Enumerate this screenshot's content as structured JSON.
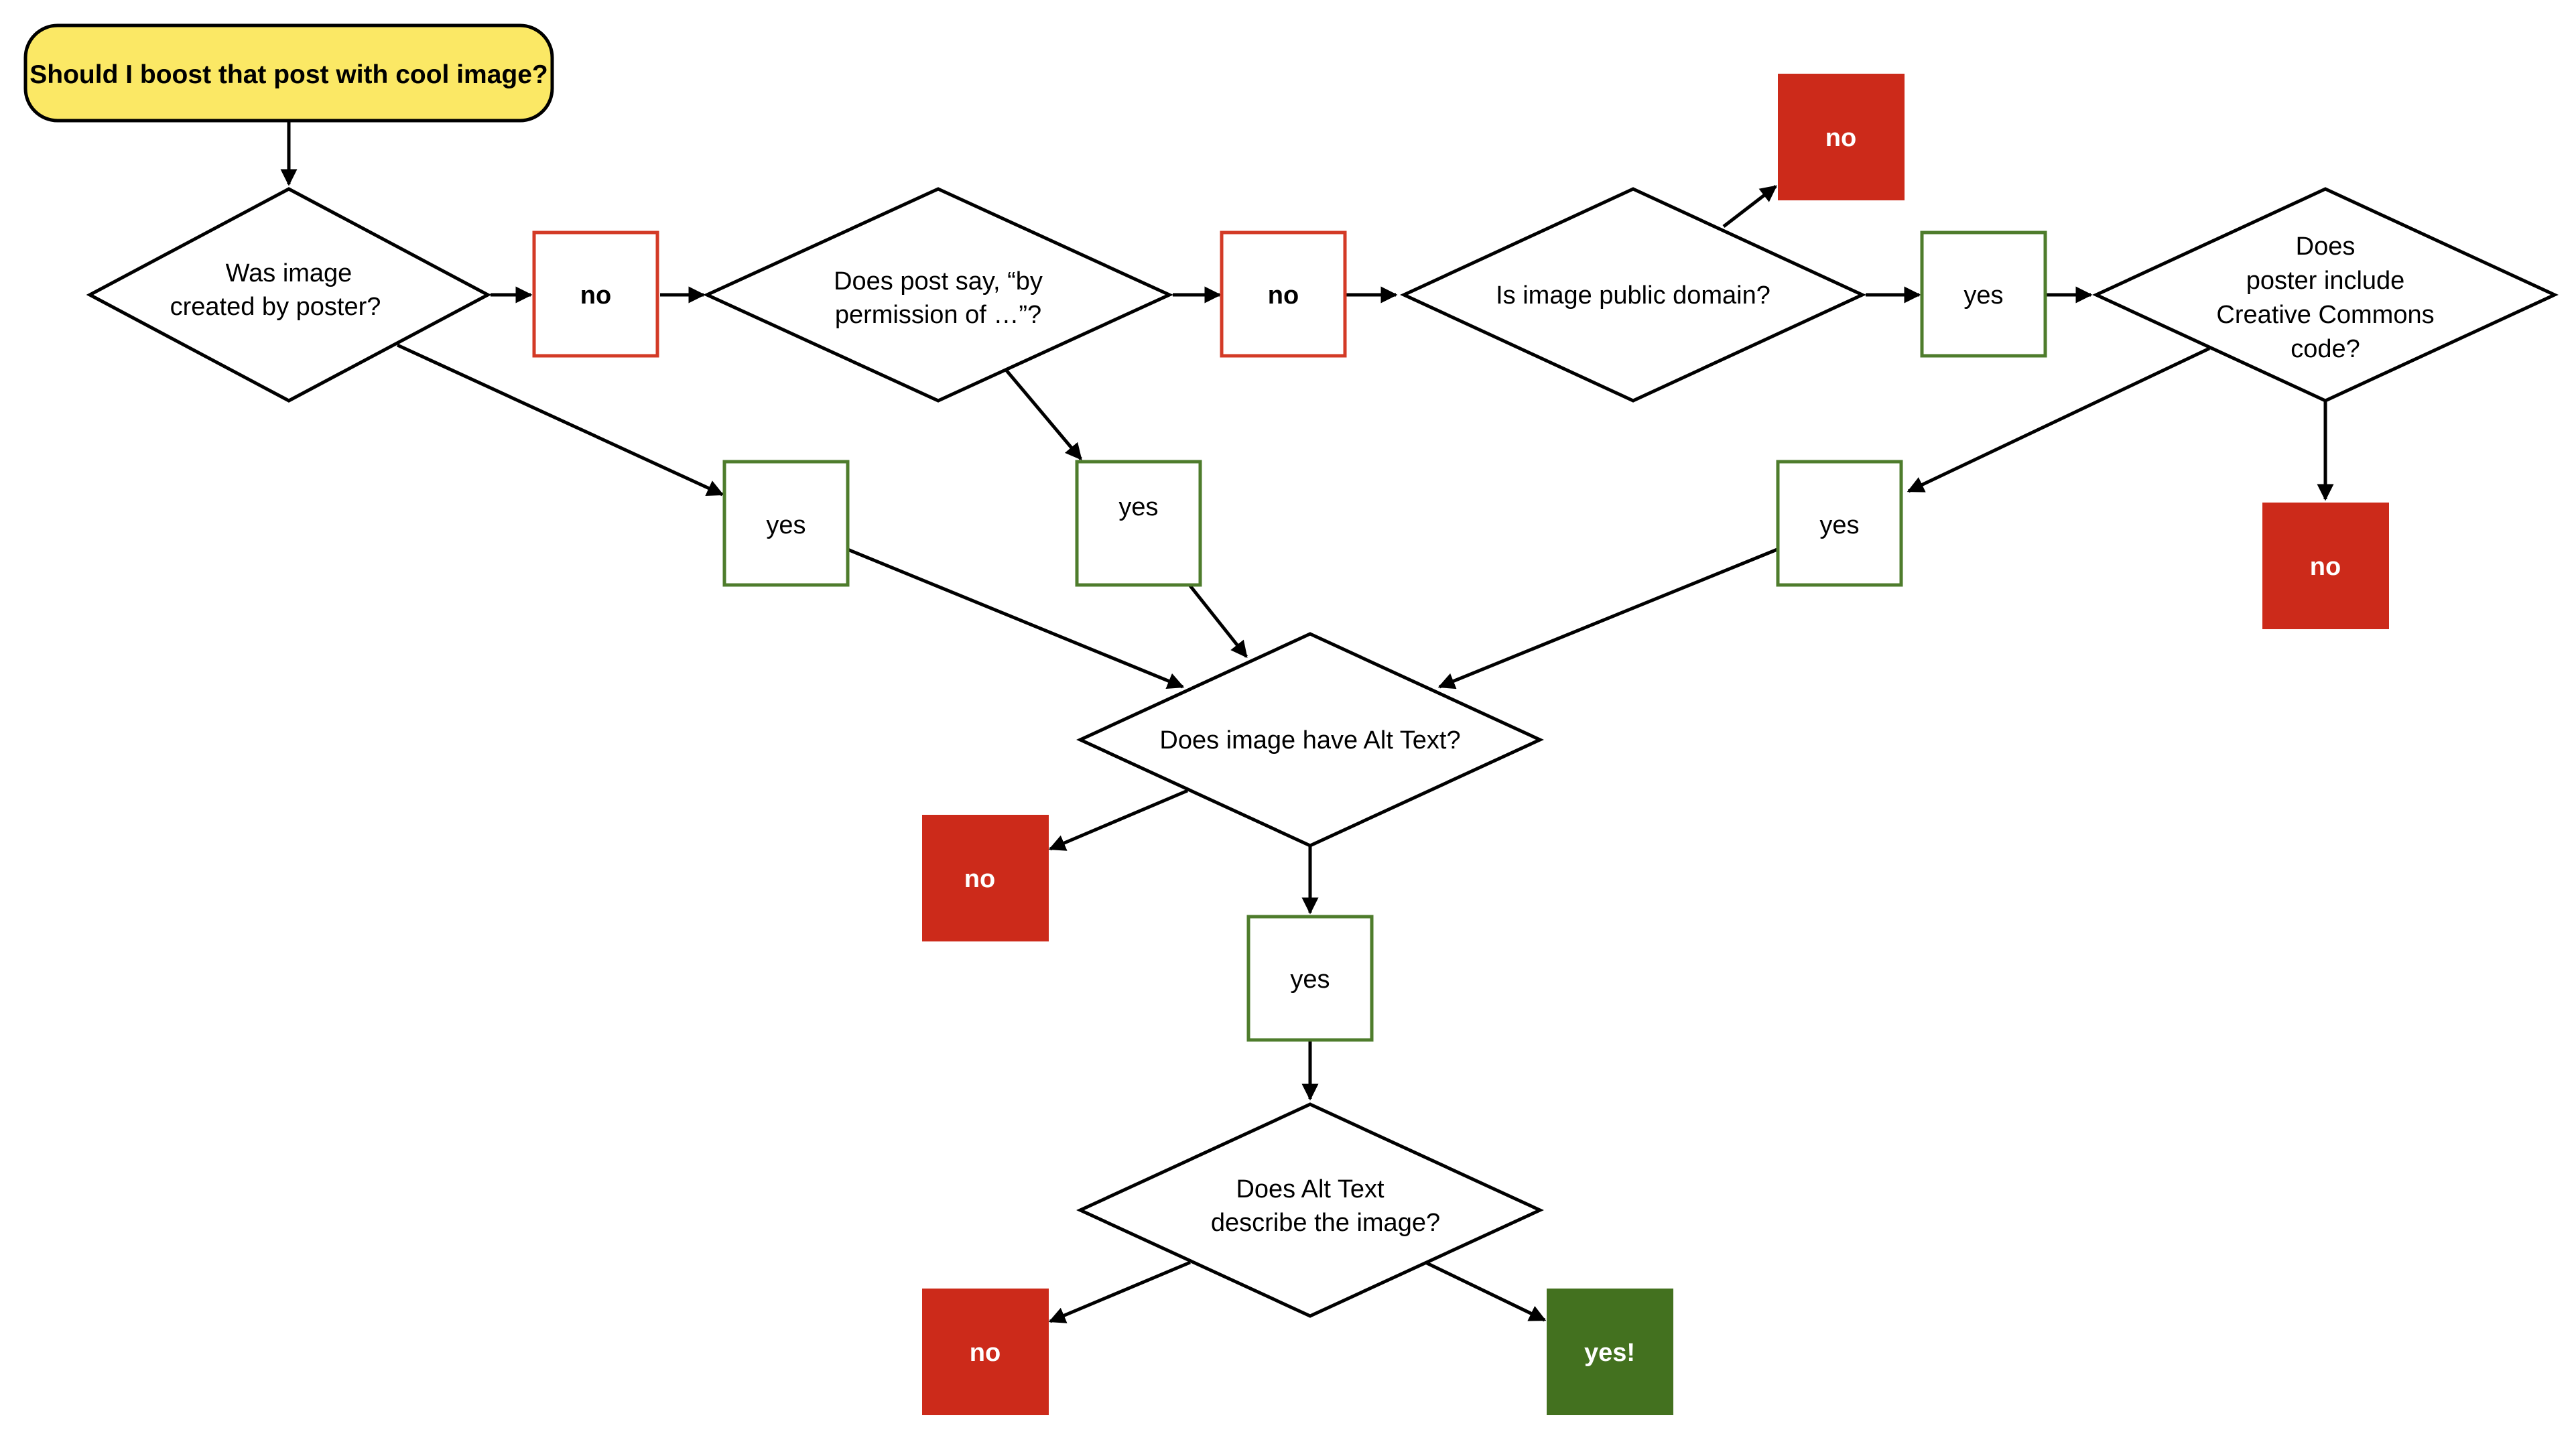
{
  "colors": {
    "start_fill": "#fbe865",
    "no_red": "#cc2a1a",
    "outline_red": "#d33a26",
    "outline_green": "#4e7c2c",
    "final_green": "#43711f",
    "stroke": "#000000"
  },
  "start": {
    "label": "Should I boost that post with cool image?"
  },
  "questions": {
    "created_by_poster": [
      "Was image",
      "created by poster?"
    ],
    "by_permission": [
      "Does post say, “by",
      "permission of …”?"
    ],
    "public_domain": [
      "Is image public domain?"
    ],
    "creative_commons": [
      "Does",
      "poster include",
      "Creative Commons",
      "code?"
    ],
    "alt_text": [
      "Does image have Alt Text?"
    ],
    "alt_describes": [
      "Does Alt Text",
      "describe the image?"
    ]
  },
  "answers": {
    "no_created": "no",
    "no_permission": "no",
    "no_public_domain": "no",
    "yes_public_domain": "yes",
    "no_creative_commons": "no",
    "yes_created": "yes",
    "yes_permission": "yes",
    "yes_creative_commons": "yes",
    "no_alt_text": "no",
    "yes_alt_text": "yes",
    "no_alt_describes": "no",
    "final_yes": "yes!"
  }
}
